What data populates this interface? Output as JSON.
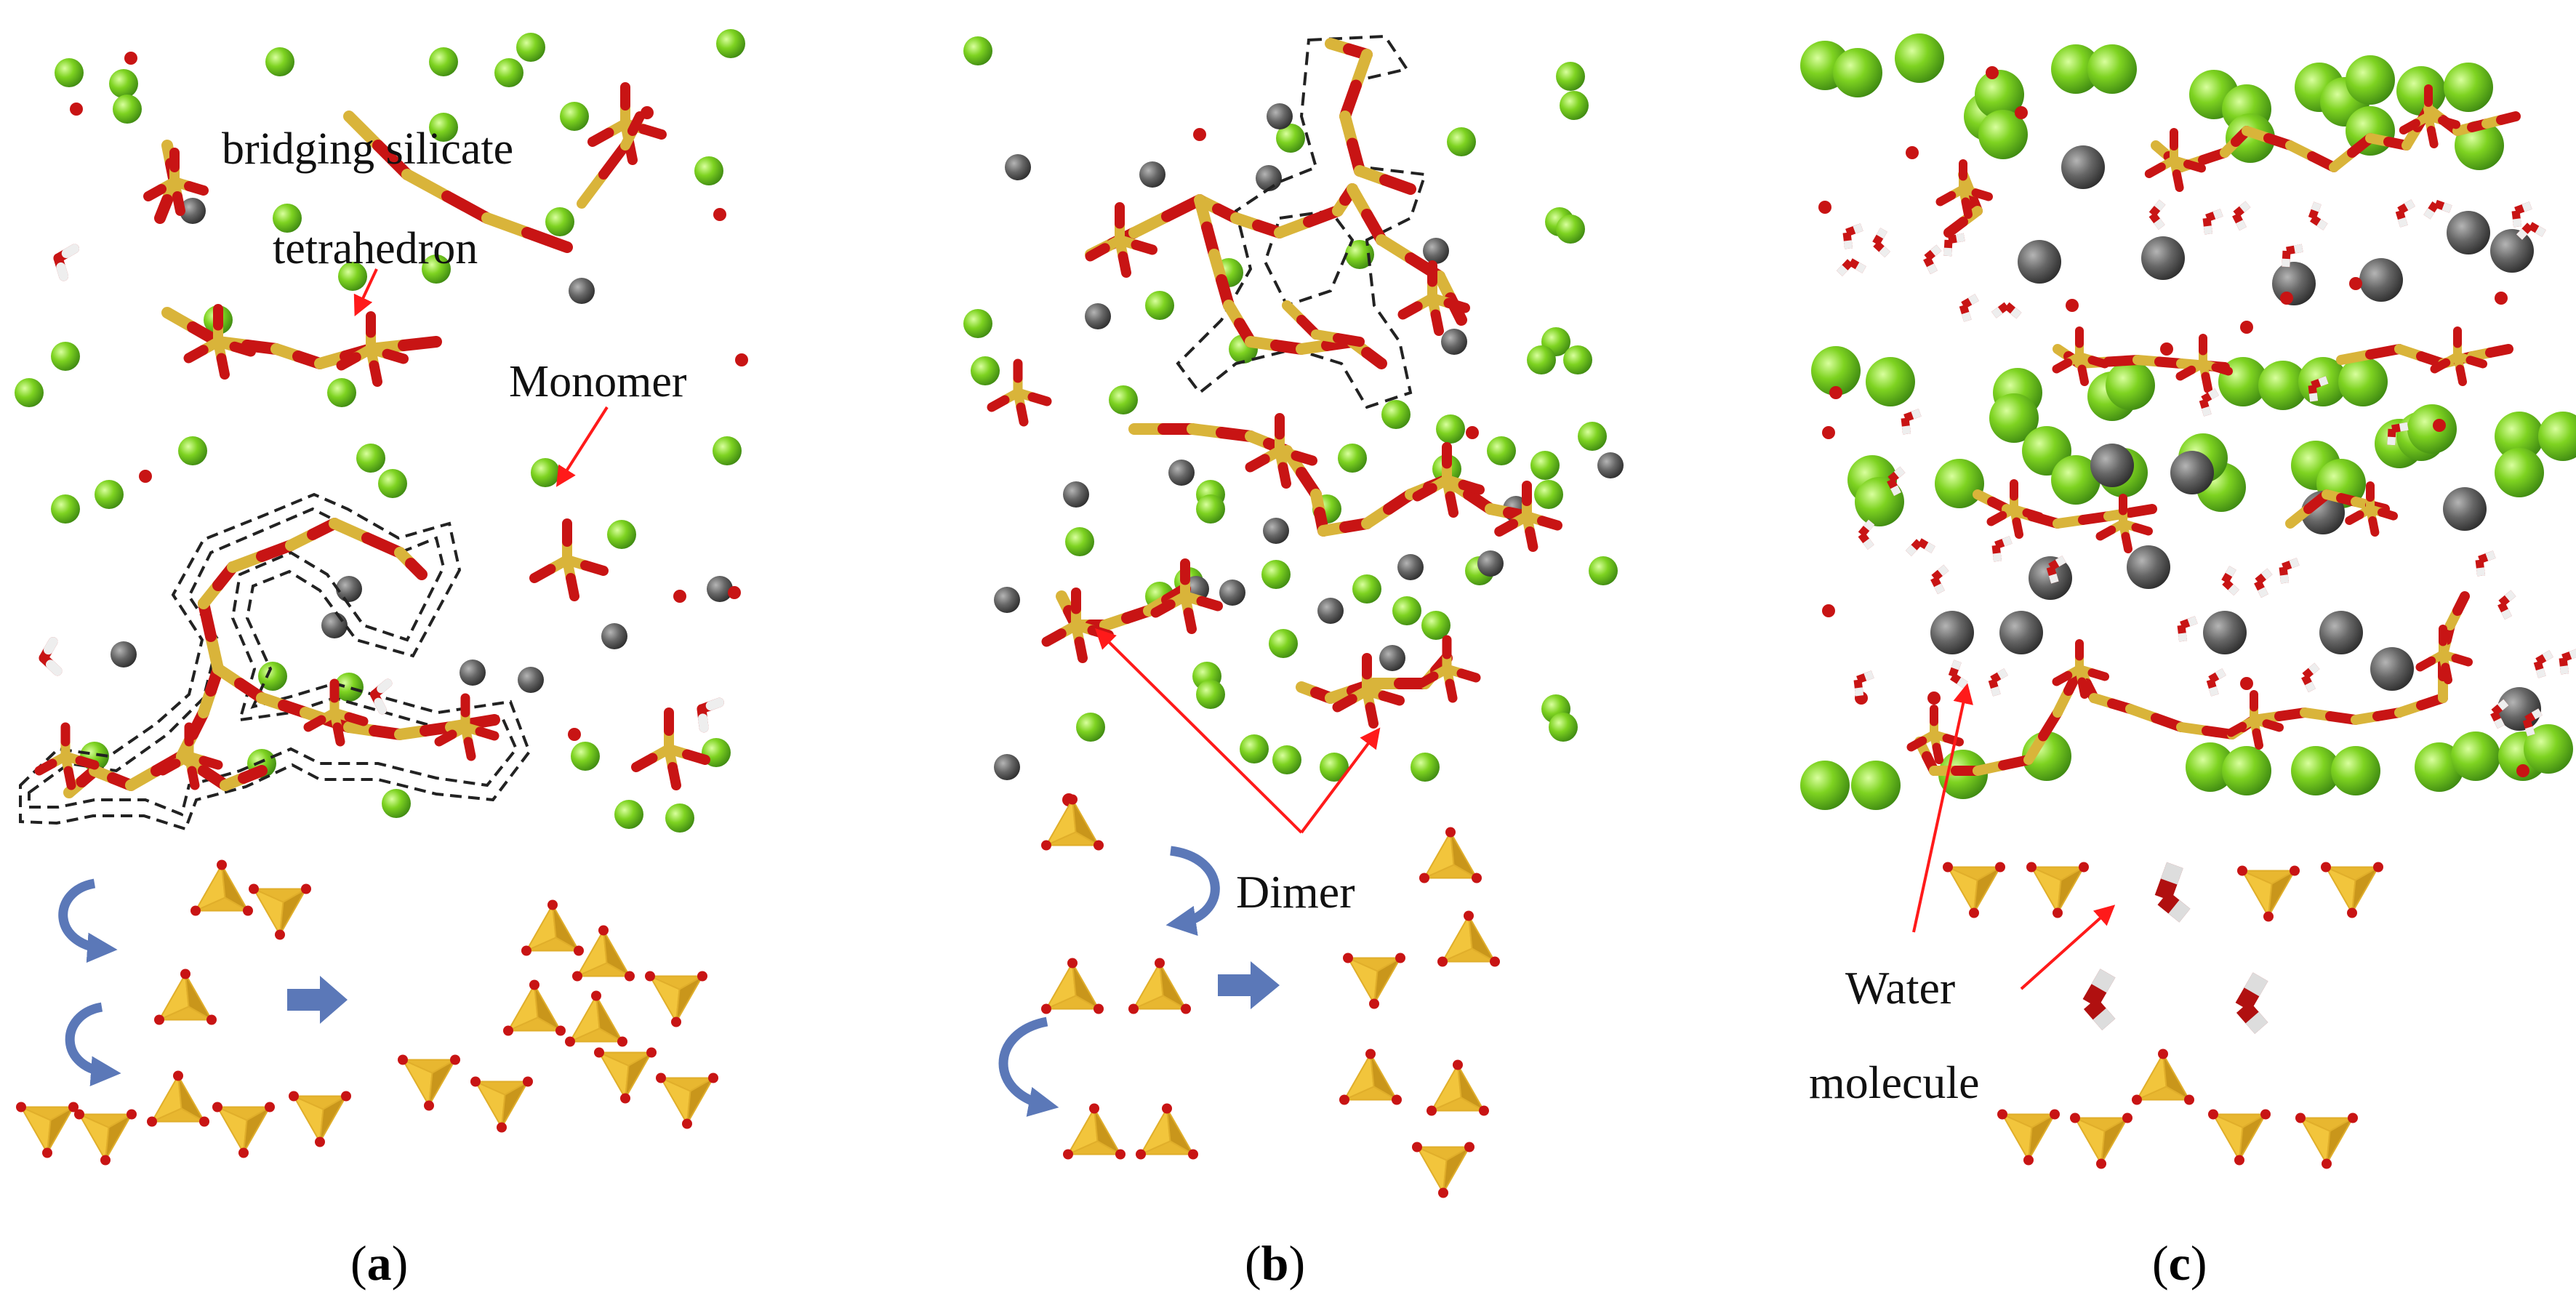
{
  "panels": [
    {
      "id": "a",
      "caption_open": "(",
      "caption_letter": "a",
      "caption_close": ")",
      "labels": {
        "bridging_line1": "bridging silicate",
        "bridging_line2": "tetrahedron",
        "monomer": "Monomer"
      }
    },
    {
      "id": "b",
      "caption_open": "(",
      "caption_letter": "b",
      "caption_close": ")",
      "labels": {
        "dimer": "Dimer"
      }
    },
    {
      "id": "c",
      "caption_open": "(",
      "caption_letter": "c",
      "caption_close": ")",
      "labels": {
        "water_line1": "Water",
        "water_line2": "molecule"
      }
    }
  ],
  "colors": {
    "calcium": "#7ed321",
    "calcium_dark": "#3f8a12",
    "silicon": "#d9b43a",
    "oxygen": "#c81414",
    "hydrogen": "#f2f2f2",
    "gray_atom": "#666666",
    "arrow_red": "#ff1a1a",
    "tetrahedron": "#f2c53c",
    "tetrahedron_dark": "#c9961b",
    "curl_arrow": "#5b78b8",
    "chain_outline": "#222222"
  }
}
